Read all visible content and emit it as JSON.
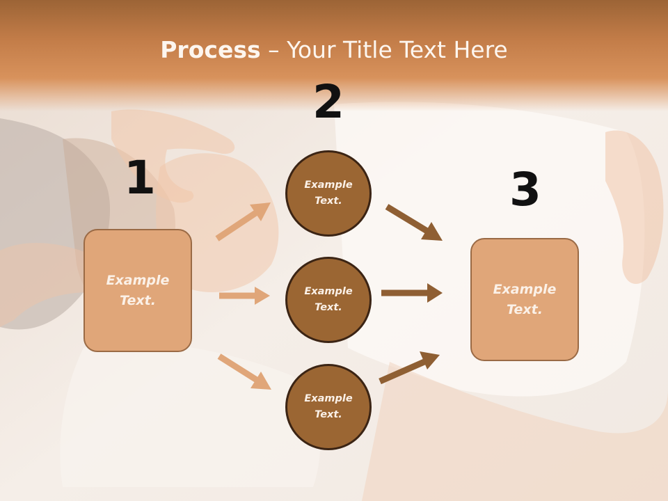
{
  "title": {
    "bold": "Process",
    "rest": " – Your Title Text Here"
  },
  "steps": {
    "num1": "1",
    "num2": "2",
    "num3": "3",
    "left_box": "Example Text.",
    "circles": [
      "Example Text.",
      "Example Text.",
      "Example Text."
    ],
    "right_box": "Example Text."
  },
  "colors": {
    "box_fill": "#e0a679",
    "circle_fill": "#9b6633",
    "arrow_light": "#e0a679",
    "arrow_dark": "#8f5f33"
  }
}
